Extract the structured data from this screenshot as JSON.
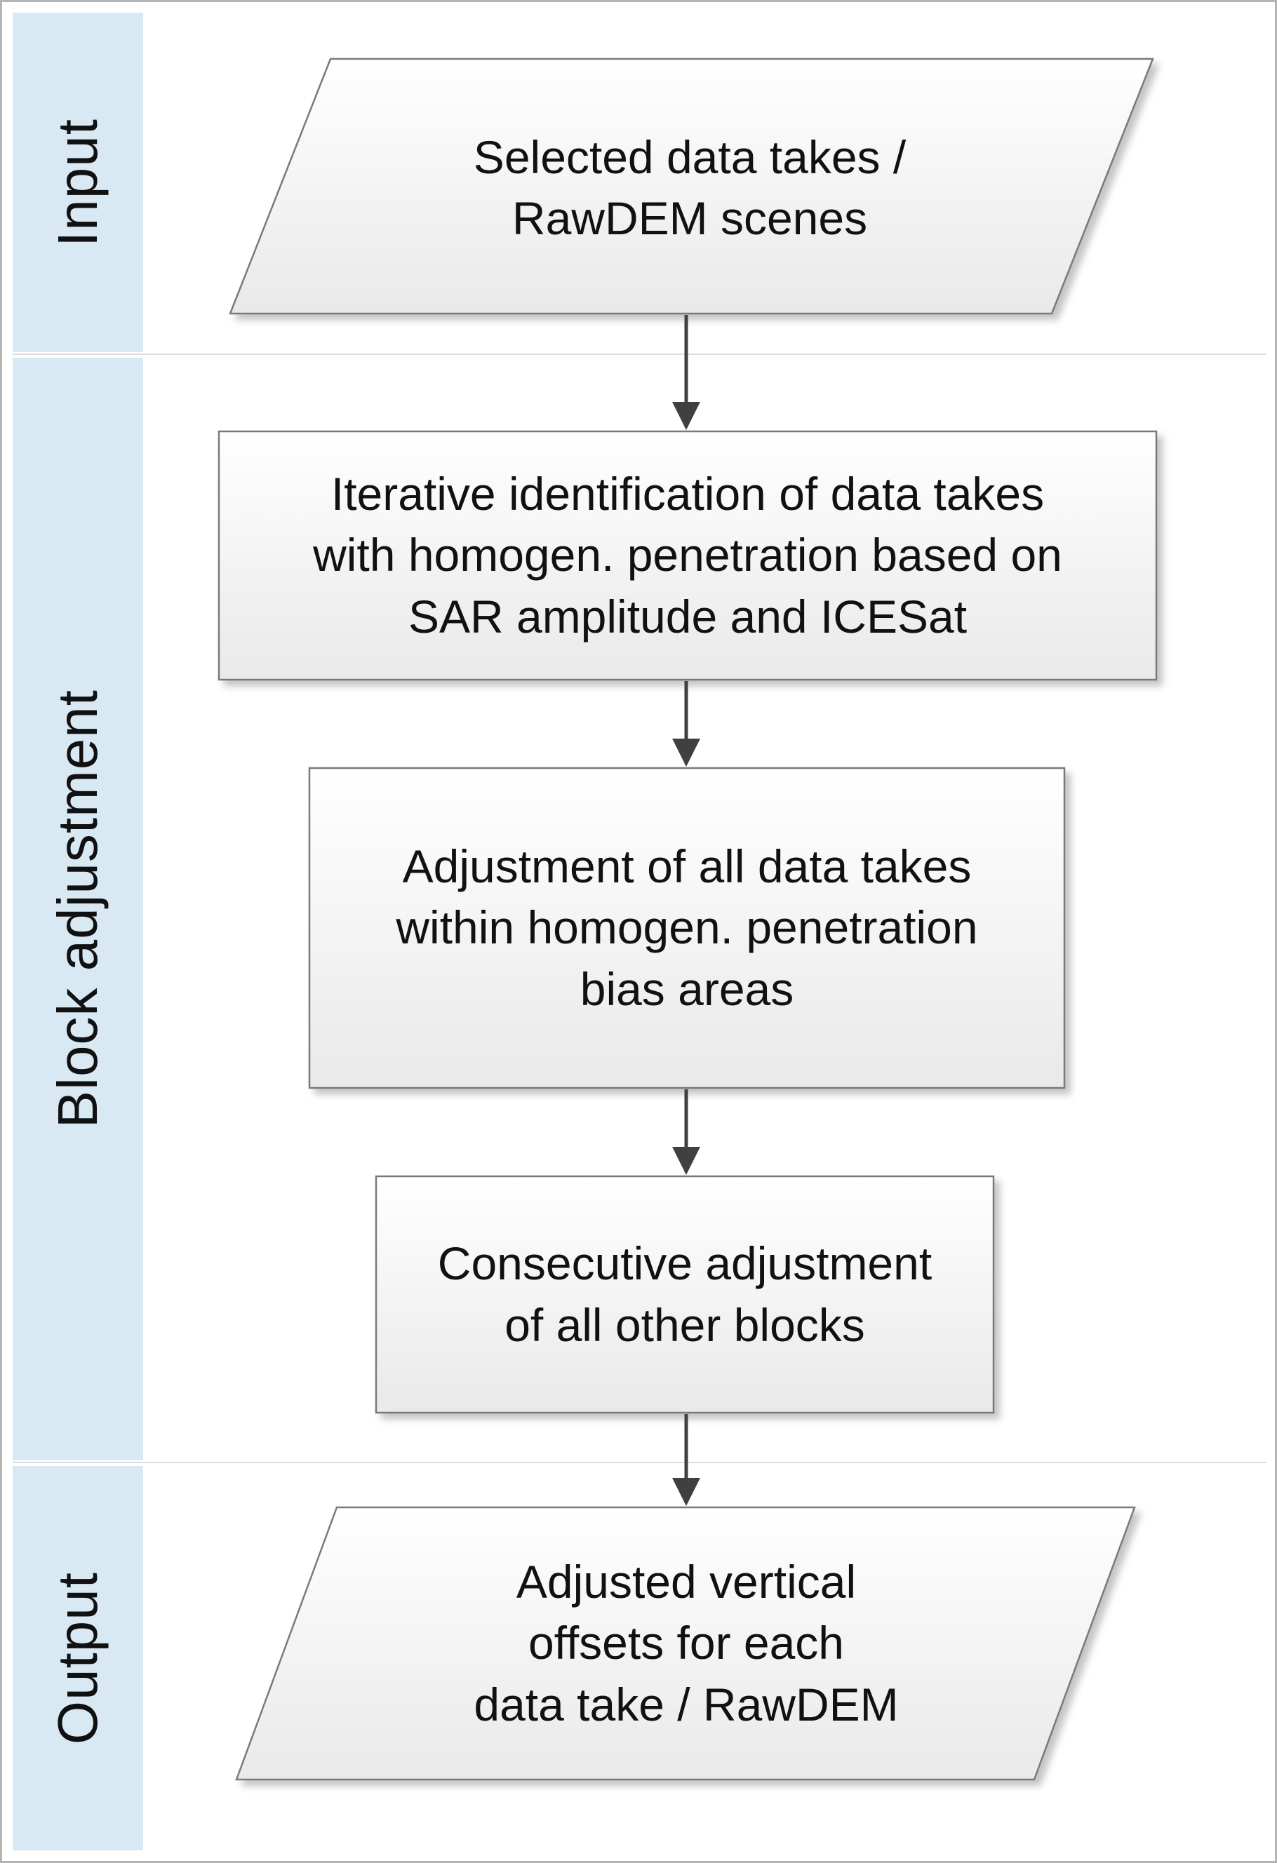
{
  "diagram": {
    "sidebar": {
      "bands": [
        {
          "label": "Input"
        },
        {
          "label": "Block adjustment"
        },
        {
          "label": "Output"
        }
      ]
    },
    "nodes": [
      {
        "id": "input",
        "shape": "parallelogram",
        "lines": [
          "Selected data takes /",
          "RawDEM scenes"
        ]
      },
      {
        "id": "iterative-identification",
        "shape": "rectangle",
        "lines": [
          "Iterative identification of data takes",
          "with homogen. penetration based on",
          "SAR amplitude and ICESat"
        ]
      },
      {
        "id": "adjustment-homogen",
        "shape": "rectangle",
        "lines": [
          "Adjustment of all data takes",
          "within homogen. penetration",
          "bias areas"
        ]
      },
      {
        "id": "consecutive-adjustment",
        "shape": "rectangle",
        "lines": [
          "Consecutive adjustment",
          "of all other blocks"
        ]
      },
      {
        "id": "output",
        "shape": "parallelogram",
        "lines": [
          "Adjusted vertical",
          "offsets for each",
          "data take / RawDEM"
        ]
      }
    ],
    "connections": [
      {
        "from": "input",
        "to": "iterative-identification"
      },
      {
        "from": "iterative-identification",
        "to": "adjustment-homogen"
      },
      {
        "from": "adjustment-homogen",
        "to": "consecutive-adjustment"
      },
      {
        "from": "consecutive-adjustment",
        "to": "output"
      }
    ],
    "colors": {
      "sidebar_fill": "#d8e9f3",
      "shape_fill_top": "#ffffff",
      "shape_fill_bottom": "#e9e9e9",
      "shape_border": "#7a7a7a",
      "arrow": "#404040",
      "text": "#111111",
      "frame_border": "#b4b4b4",
      "separator": "#dcdcdc"
    }
  }
}
